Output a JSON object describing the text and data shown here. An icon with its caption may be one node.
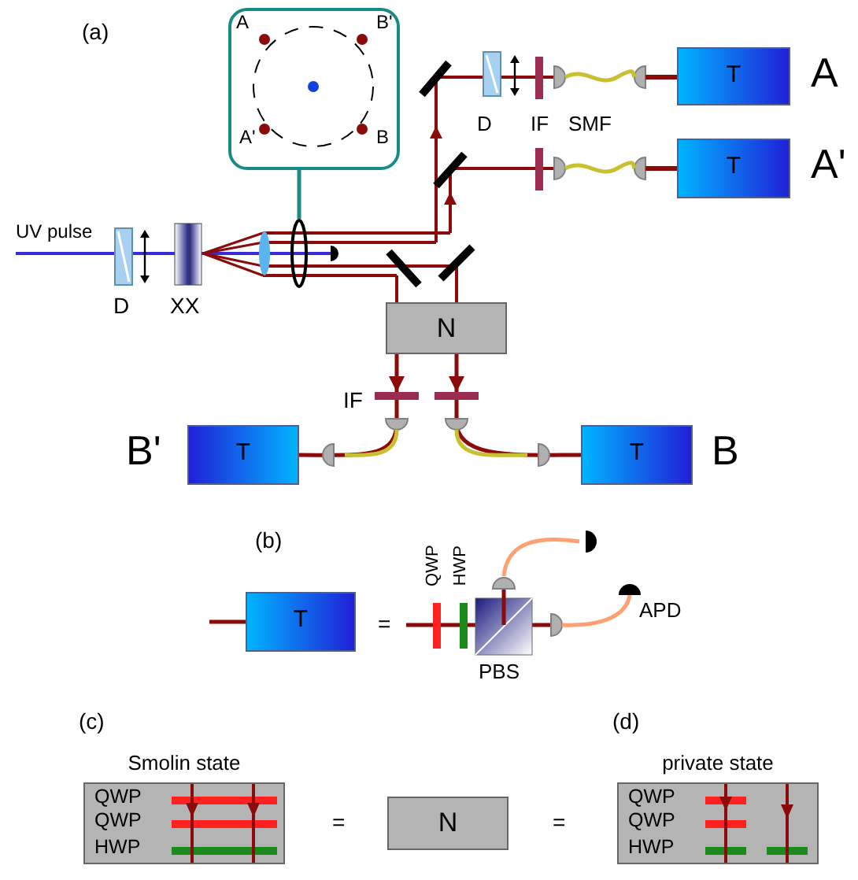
{
  "diagram": {
    "nodes": [
      {
        "text": [
          "A",
          "B'",
          "A'",
          "B"
        ]
      },
      {
        "text": [
          "T"
        ],
        "beside": [
          "A"
        ]
      },
      {
        "text": [
          "T"
        ],
        "beside": [
          "A'"
        ]
      },
      {
        "text": [
          "N"
        ]
      },
      {
        "text": [],
        "shape": "bar"
      },
      {
        "text": [],
        "shape": "bar"
      },
      {
        "text": [
          "T"
        ],
        "beside": [
          "B'"
        ]
      },
      {
        "text": [
          "T"
        ],
        "beside": [
          "B"
        ]
      },
      {
        "text": [
          "T"
        ]
      },
      {
        "text": [
          "Smolin state",
          "QWP",
          "QWP",
          "HWP"
        ]
      },
      {
        "text": [
          "N"
        ]
      },
      {
        "text": [
          "private state",
          "QWP",
          "QWP",
          "HWP"
        ]
      }
    ],
    "edges": [
      {
        "from": 0,
        "to": null,
        "arrow": "none",
        "color": "#1a8a88"
      },
      {
        "from": 3,
        "to": 4,
        "arrow": "to"
      },
      {
        "from": 3,
        "to": 5,
        "arrow": "to"
      },
      {
        "from": 4,
        "to": 6,
        "arrow": "none"
      },
      {
        "from": 5,
        "to": 7,
        "arrow": "none"
      },
      {
        "from": null,
        "to": 8,
        "arrow": "none"
      }
    ],
    "labels": [
      "(a)",
      "D",
      "IF",
      "SMF",
      "UV pulse",
      "D",
      "XX",
      "IF",
      "(b)",
      "QWP",
      "HWP",
      "=",
      "APD",
      "PBS",
      "(c)",
      "(d)",
      "=",
      "="
    ]
  }
}
